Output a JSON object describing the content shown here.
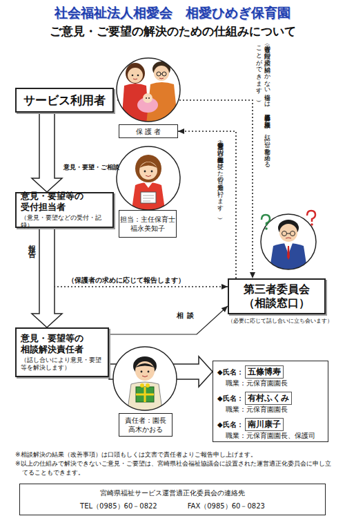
{
  "diagram": {
    "title": "社会福祉法人相愛会　相愛ひめぎ保育園",
    "nodes": [
      {
        "text": [
          "サービス利用者"
        ]
      },
      {
        "text": [
          "保 護 者"
        ]
      },
      {
        "text": [
          "意見・要望等の 受付担当者",
          "（意見・要望などの受付・記録）"
        ]
      },
      {
        "text": [
          "担当：主任保育士 福永美知子"
        ]
      },
      {
        "text": [
          "第三者委員会 （相談窓口）",
          "（必要に応じて話し合いに立ち会います）"
        ]
      },
      {
        "text": [
          "意見・要望等の 相談解決責任者",
          "（話し合いにより意見・要望等を解決します）"
        ]
      },
      {
        "text": [
          "責任者：園長 高木かおる"
        ]
      },
      {
        "text": [
          "◆氏名：",
          "五條博寿",
          "職業：元保育園園長",
          "◆氏名：",
          "有村ふくみ",
          "職業：元保育園園長",
          "◆氏名：",
          "南川康子",
          "職業：元保育園園長、保護司"
        ]
      },
      {
        "text": [
          "宮崎県福祉サービス運営適正化委員会の連絡先",
          "TEL（0985）60－0822",
          "FAX（0985）60－0823"
        ]
      }
    ],
    "edges": [
      {
        "from": 0,
        "to": 2,
        "label": "意見・要望・ご相談",
        "arrow": "to"
      },
      {
        "from": 2,
        "to": 5,
        "label": "報告",
        "arrow": "to"
      },
      {
        "from": 2,
        "to": 4,
        "label": "（保護者の求めに応じて報告します）",
        "arrow": "to"
      },
      {
        "from": 4,
        "to": 1,
        "label": "（意見・要望等の内容の確認報告を受けた旨の通知を行います。）",
        "arrow": "to"
      },
      {
        "from": 0,
        "to": 4,
        "label": "（責任者の段階の相談で納得いかない場合には、第三者委員会に直接相談し、話し合い・助言を求めることができます。）",
        "arrow": "to"
      },
      {
        "from": 5,
        "to": 4,
        "label": "相談",
        "arrow": "to"
      },
      {
        "from": 5,
        "to": 7,
        "arrow": "to"
      }
    ],
    "labels": [
      "ご意見・ご要望の解決のための仕組みについて",
      "※相談解決の結果（改善事項）は口頭もしくは文書で責任者よりご報告申し上げます。",
      "※以上の仕組みで解決できないご意見・ご要望は、宮崎県社会福祉協議会に設置された運営適正化委員会に申し立てることもできます。"
    ]
  }
}
